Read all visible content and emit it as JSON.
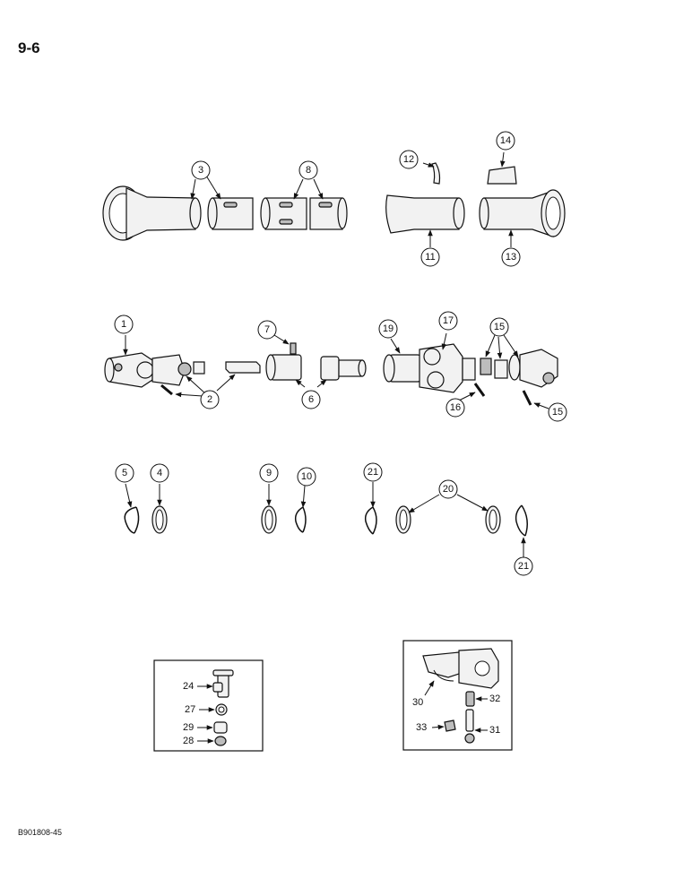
{
  "page": {
    "number": "9-6",
    "footer_code": "B901808-45"
  },
  "callouts": {
    "c1": "1",
    "c2": "2",
    "c3": "3",
    "c4": "4",
    "c5": "5",
    "c6": "6",
    "c7": "7",
    "c8": "8",
    "c9": "9",
    "c10": "10",
    "c11": "11",
    "c12": "12",
    "c13": "13",
    "c14": "14",
    "c15a": "15",
    "c15b": "15",
    "c16": "16",
    "c17": "17",
    "c19": "19",
    "c20": "20",
    "c21a": "21",
    "c21b": "21"
  },
  "inset_left": {
    "l24": "24",
    "l27": "27",
    "l29": "29",
    "l28": "28"
  },
  "inset_right": {
    "l30": "30",
    "l32": "32",
    "l31": "31",
    "l33": "33"
  }
}
